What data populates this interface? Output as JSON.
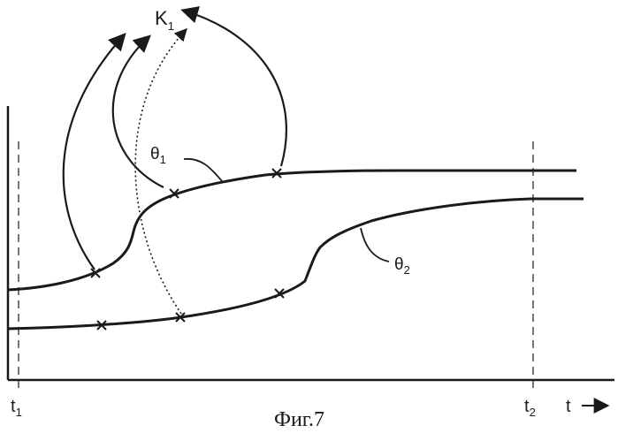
{
  "figure": {
    "caption": "Фиг.7",
    "ink_color": "#1a1a1a"
  },
  "labels": {
    "k": {
      "main": "K",
      "sub": "1"
    },
    "theta1": {
      "main": "θ",
      "sub": "1"
    },
    "theta2": {
      "main": "θ",
      "sub": "2"
    },
    "t1": {
      "main": "t",
      "sub": "1"
    },
    "t2": {
      "main": "t",
      "sub": "2"
    },
    "t_axis": "t"
  }
}
